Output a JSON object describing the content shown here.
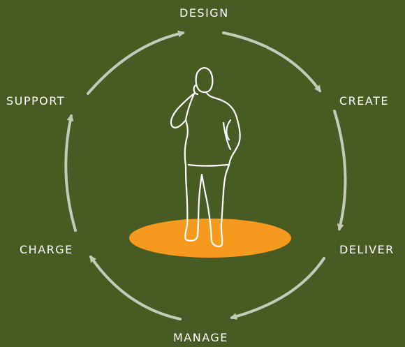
{
  "diagram": {
    "stages": [
      {
        "id": "design",
        "label": "DESIGN"
      },
      {
        "id": "create",
        "label": "CREATE"
      },
      {
        "id": "deliver",
        "label": "DELIVER"
      },
      {
        "id": "manage",
        "label": "MANAGE"
      },
      {
        "id": "charge",
        "label": "CHARGE"
      },
      {
        "id": "support",
        "label": "SUPPORT"
      }
    ],
    "colors": {
      "background": "#475b22",
      "arrow": "#c3cab7",
      "platform": "#f59a1f",
      "figure_outline": "#ffffff",
      "label": "#ffffff"
    },
    "center_icon": "standing-person-icon",
    "platform_icon": "orange-ellipse-platform",
    "arrow_icon": "cycle-arrow-icon"
  }
}
